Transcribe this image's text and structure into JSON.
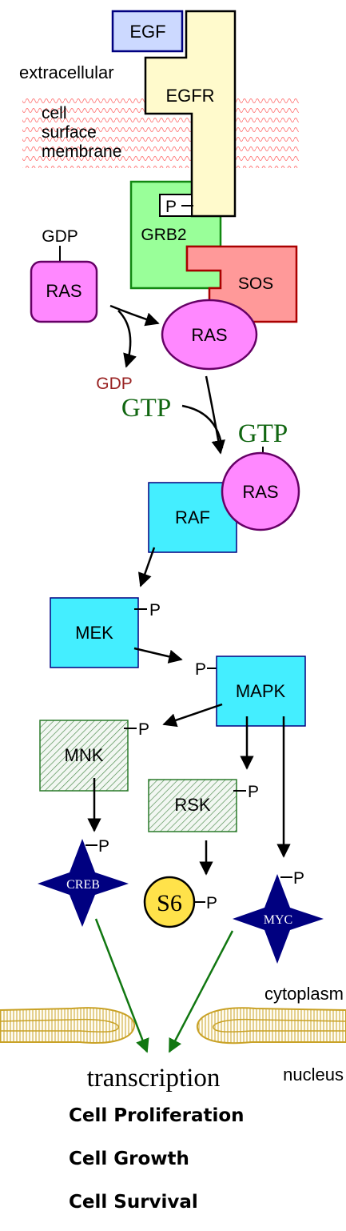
{
  "colors": {
    "egf": "#ccd9ff",
    "egfr": "#fffacc",
    "grb2": "#99ff99",
    "sos": "#ff9999",
    "ras": "#ff88ff",
    "kinase_box": "#44eeff",
    "hatched_stroke": "#2a7a2a",
    "tf_star": "#000080",
    "s6": "#ffe24a",
    "membrane": "#ff6666",
    "nucleus_membrane": "#c9a227",
    "gtp_text": "#116611",
    "gdp_text": "#992222",
    "final_arrow": "#117711"
  },
  "labels": {
    "egf": "EGF",
    "extracellular": "extracellular",
    "egfr": "EGFR",
    "membrane_line1": "cell",
    "membrane_line2": "surface",
    "membrane_line3": "membrane",
    "grb2": "GRB2",
    "sos": "SOS",
    "ras_gdp_top": "GDP",
    "ras_inactive": "RAS",
    "ras_sos": "RAS",
    "gdp_released": "GDP",
    "gtp_added": "GTP",
    "gtp_bound": "GTP",
    "ras_active": "RAS",
    "raf": "RAF",
    "mek": "MEK",
    "mapk": "MAPK",
    "mnk": "MNK",
    "rsk": "RSK",
    "creb": "CREB",
    "s6": "S6",
    "myc": "MYC",
    "cytoplasm": "cytoplasm",
    "nucleus": "nucleus",
    "transcription": "transcription",
    "phospho": "P"
  },
  "outcomes": [
    "Cell Proliferation",
    "Cell Growth",
    "Cell Survival"
  ]
}
